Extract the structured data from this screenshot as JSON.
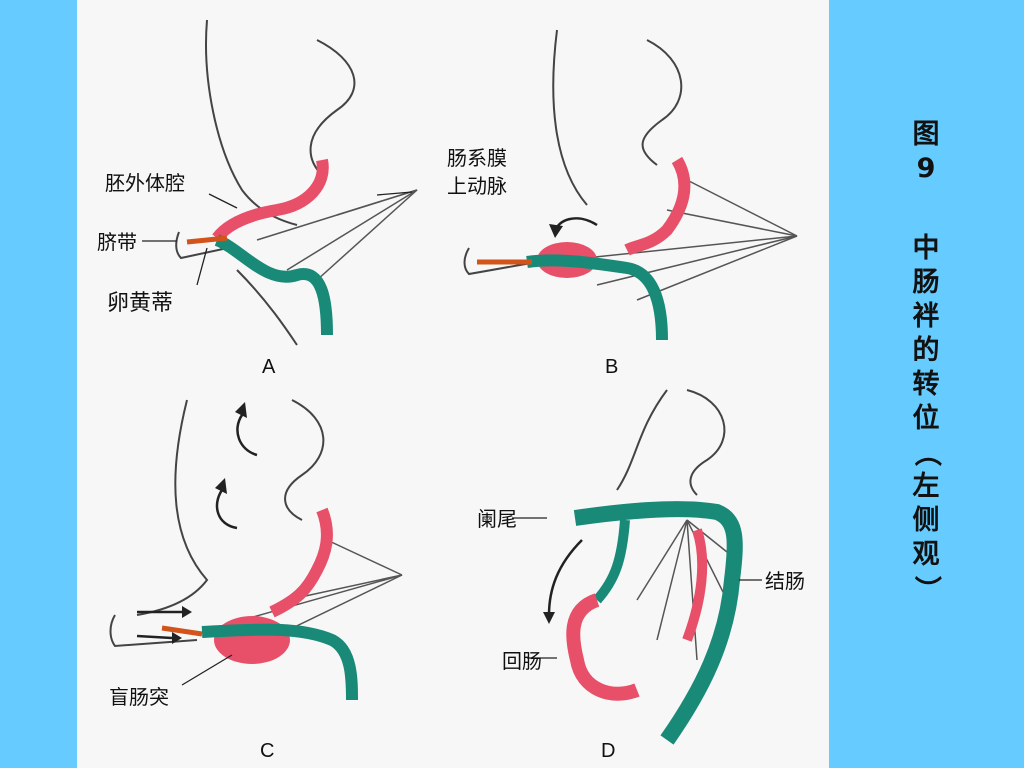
{
  "side_title": {
    "fig_label": "图9",
    "caption": "中肠袢的转位（左侧观）"
  },
  "panels": {
    "A": "A",
    "B": "B",
    "C": "C",
    "D": "D"
  },
  "labels": {
    "extraembryonic_coelom": "胚外体腔",
    "umbilical_cord": "脐带",
    "vitelline_duct": "卵黄蒂",
    "sma_line1": "肠系膜",
    "sma_line2": "上动脉",
    "cecal_bud": "盲肠突",
    "appendix": "阑尾",
    "colon": "结肠",
    "ileum": "回肠"
  },
  "colors": {
    "background": "#66ccff",
    "panel": "#f7f7f7",
    "midgut_cranial": "#e8506a",
    "midgut_caudal": "#1a8a78",
    "vitelline": "#d2541b"
  }
}
